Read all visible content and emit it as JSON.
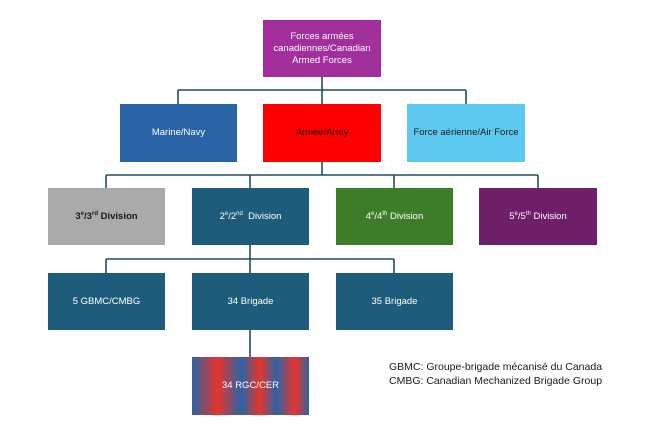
{
  "colors": {
    "connector": "#1f4e5f",
    "caf": "#a22f9b",
    "navy": "#2a64a6",
    "army": "#ff0000",
    "air": "#5dc8f0",
    "div3": "#aaaaaa",
    "teal": "#1d5c7a",
    "div4": "#3d7d2a",
    "div5": "#6d1f6a",
    "rgc_blue": "#2a64a6",
    "rgc_red": "#e8332a"
  },
  "nodes": {
    "caf": "Forces armées canadiennes/Canadian Armed Forces",
    "navy": "Marine/Navy",
    "army": "Armée/Army",
    "air": "Force aérienne/Air Force",
    "div3": {
      "prefix": "3",
      "sup1": "e",
      "mid": "/3",
      "sup2": "rd",
      "suffix": " Division"
    },
    "div2": {
      "prefix": "2",
      "sup1": "e",
      "mid": "/2",
      "sup2": "nd",
      "suffix": "  Division"
    },
    "div4": {
      "prefix": "4",
      "sup1": "e",
      "mid": "/4",
      "sup2": "th",
      "suffix": " Division"
    },
    "div5": {
      "prefix": "5",
      "sup1": "e",
      "mid": "/5",
      "sup2": "th",
      "suffix": " Division"
    },
    "cmbg": "5 GBMC/CMBG",
    "b34": "34 Brigade",
    "b35": "35 Brigade",
    "rgc": "34 RGC/CER"
  },
  "legend": {
    "line1": "GBMC: Groupe-brigade mécanisé du Canada",
    "line2": "CMBG: Canadian Mechanized Brigade Group"
  }
}
